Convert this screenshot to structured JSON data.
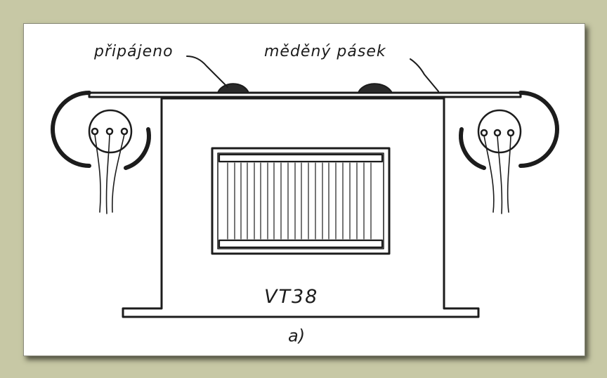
{
  "labels": {
    "soldered": "připájeno",
    "copper_tape": "měděný pásek",
    "model": "VT38",
    "caption": "a)"
  },
  "colors": {
    "background": "#c7c8a5",
    "paper": "#ffffff",
    "ink": "#1c1c1c"
  }
}
